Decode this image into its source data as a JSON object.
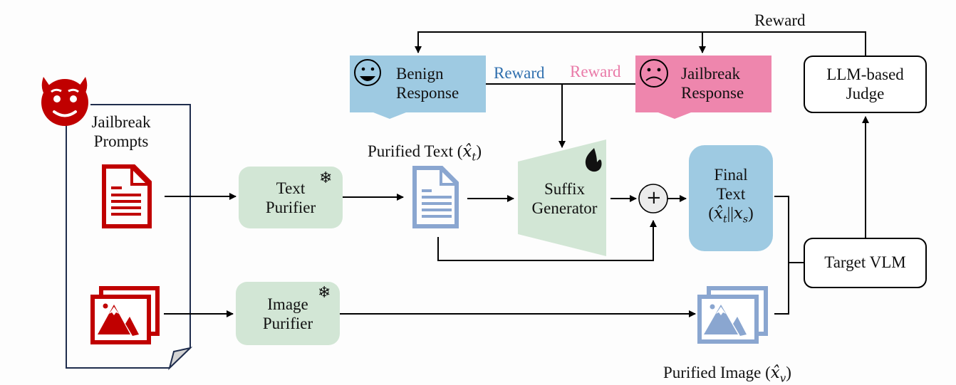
{
  "colors": {
    "attacker_red": "#c00000",
    "doc_border": "#1f2d4d",
    "purifier_fill": "#d2e6d5",
    "benign_fill": "#9ecae2",
    "jailbreak_fill": "#ee86ad",
    "final_text_fill": "#9ecae2",
    "purified_icon": "#8aa6d0",
    "benign_reward_text": "#2f6fae",
    "jailbreak_reward_text": "#e97aa8",
    "line": "#000000"
  },
  "input_document": {
    "title_line1": "Jailbreak",
    "title_line2": "Prompts",
    "attacker_icon": "devil-face-icon",
    "text_icon": "document-icon",
    "image_icon": "image-stack-icon"
  },
  "text_purifier": {
    "line1": "Text",
    "line2": "Purifier",
    "status_icon": "snowflake-icon"
  },
  "image_purifier": {
    "line1": "Image",
    "line2": "Purifier",
    "status_icon": "snowflake-icon"
  },
  "purified_text": {
    "label": "Purified Text (",
    "math": "x̂",
    "sub": "t",
    "close": ")"
  },
  "purified_image": {
    "label": "Purified Image (",
    "math": "x̂",
    "sub": "v",
    "close": ")"
  },
  "suffix_generator": {
    "line1": "Suffix",
    "line2": "Generator",
    "status_icon": "flame-icon"
  },
  "concat_symbol": "+",
  "final_text": {
    "line1": "Final",
    "line2": "Text",
    "math_open": "(",
    "math_a": "x̂",
    "sub_a": "t",
    "sep": "||",
    "math_b": "x",
    "sub_b": "s",
    "math_close": ")"
  },
  "benign_response": {
    "line1": "Benign",
    "line2": "Response",
    "icon": "smiley-face-icon"
  },
  "jailbreak_response": {
    "line1": "Jailbreak",
    "line2": "Response",
    "icon": "sad-face-icon"
  },
  "rewards": {
    "top": "Reward",
    "benign": "Reward",
    "jailbreak": "Reward"
  },
  "judge": {
    "line1": "LLM-based",
    "line2": "Judge"
  },
  "target_vlm": {
    "label": "Target VLM"
  }
}
